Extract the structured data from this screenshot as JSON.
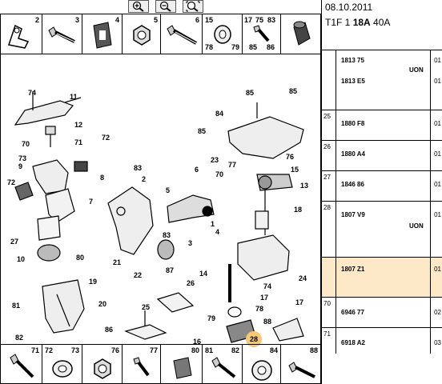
{
  "toolbar": {
    "buttons": [
      {
        "name": "zoom-in-button",
        "icon": "magnifier-plus-icon"
      },
      {
        "name": "zoom-out-button",
        "icon": "magnifier-minus-icon"
      },
      {
        "name": "zoom-fit-button",
        "icon": "magnifier-fit-icon"
      }
    ]
  },
  "header": {
    "date": "08.10.2011",
    "model_prefix": "T1F 1 ",
    "model_bold": "18A",
    "model_suffix": " 40A"
  },
  "top_strip": [
    {
      "nums": [
        "2"
      ],
      "icon": "cable-clip-icon"
    },
    {
      "nums": [
        "3"
      ],
      "icon": "bolt-icon"
    },
    {
      "nums": [
        "4"
      ],
      "icon": "bracket-icon"
    },
    {
      "nums": [
        "5"
      ],
      "icon": "hex-nut-icon"
    },
    {
      "nums": [
        "6"
      ],
      "icon": "bolt-icon"
    },
    {
      "nums": [
        "15",
        "78",
        "79"
      ],
      "icon": "washer-icon"
    },
    {
      "nums": [
        "17",
        "75",
        "83",
        "85",
        "86"
      ],
      "icon": "screw-icon"
    },
    {
      "nums": [],
      "icon": "bushing-icon"
    }
  ],
  "bottom_strip": [
    {
      "nums": [
        "71"
      ],
      "icon": "bolt-icon"
    },
    {
      "nums": [
        "72",
        "73"
      ],
      "icon": "washer-icon"
    },
    {
      "nums": [
        "76"
      ],
      "icon": "hex-nut-icon"
    },
    {
      "nums": [
        "77"
      ],
      "icon": "screw-icon"
    },
    {
      "nums": [
        "80"
      ],
      "icon": "bushing-icon"
    },
    {
      "nums": [
        "81",
        "82"
      ],
      "icon": "bolt-icon"
    },
    {
      "nums": [
        "84"
      ],
      "icon": "washer-icon"
    },
    {
      "nums": [
        "88"
      ],
      "icon": "bolt-icon"
    }
  ],
  "callouts": [
    "74",
    "11",
    "12",
    "70",
    "71",
    "72",
    "73",
    "9",
    "8",
    "7",
    "72",
    "27",
    "10",
    "80",
    "81",
    "19",
    "20",
    "82",
    "83",
    "2",
    "5",
    "6",
    "70",
    "1",
    "4",
    "3",
    "83",
    "21",
    "22",
    "87",
    "26",
    "25",
    "86",
    "14",
    "74",
    "17",
    "78",
    "79",
    "16",
    "88",
    "17",
    "85",
    "85",
    "84",
    "85",
    "23",
    "77",
    "76",
    "15",
    "13",
    "18",
    "24"
  ],
  "highlight_callout": "28",
  "parts": [
    {
      "pos": "",
      "ref": "1813 75",
      "qty": "01",
      "note": ""
    },
    {
      "pos": "",
      "ref": "1813 E5",
      "qty": "01",
      "note": "UON"
    },
    {
      "pos": "25",
      "ref": "1880 F8",
      "qty": "01",
      "note": ""
    },
    {
      "pos": "26",
      "ref": "1880 A4",
      "qty": "01",
      "note": ""
    },
    {
      "pos": "27",
      "ref": "1846 86",
      "qty": "01",
      "note": ""
    },
    {
      "pos": "28",
      "ref": "1807 V9",
      "qty": "01",
      "note": "UON"
    },
    {
      "pos": "",
      "ref": "1807 Z1",
      "qty": "01",
      "note": ""
    },
    {
      "pos": "70",
      "ref": "6946 77",
      "qty": "02",
      "note": ""
    },
    {
      "pos": "71",
      "ref": "6918 A2",
      "qty": "03",
      "note": ""
    }
  ]
}
